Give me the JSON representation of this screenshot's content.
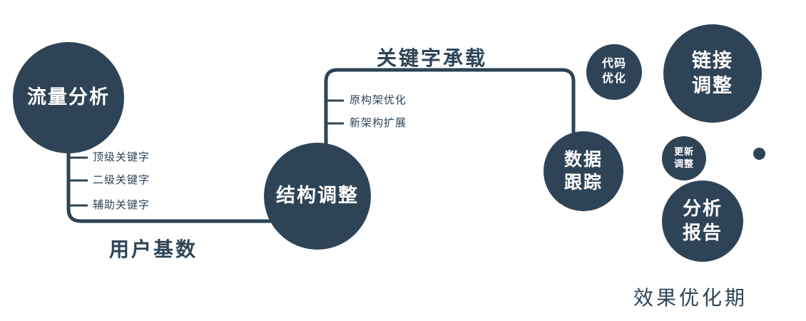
{
  "colors": {
    "primary": "#2e4456",
    "background": "#ffffff"
  },
  "nodes": {
    "traffic_analysis": {
      "label": "流量分析"
    },
    "structure_adjust": {
      "label": "结构调整"
    },
    "data_tracking": {
      "lines": [
        "数据",
        "跟踪"
      ]
    },
    "code_optimize": {
      "lines": [
        "代码",
        "优化"
      ]
    },
    "link_adjust": {
      "lines": [
        "链接",
        "调整"
      ]
    },
    "update_adjust": {
      "lines": [
        "更新",
        "调整"
      ]
    },
    "analysis_report": {
      "lines": [
        "分析",
        "报告"
      ]
    }
  },
  "edge_labels": {
    "user_base": "用户基数",
    "keyword_load": "关键字承载"
  },
  "branch_labels": {
    "left": [
      "顶级关键字",
      "二级关键字",
      "辅助关键字"
    ],
    "top": [
      "原构架优化",
      "新架构扩展"
    ]
  },
  "caption": "效果优化期"
}
